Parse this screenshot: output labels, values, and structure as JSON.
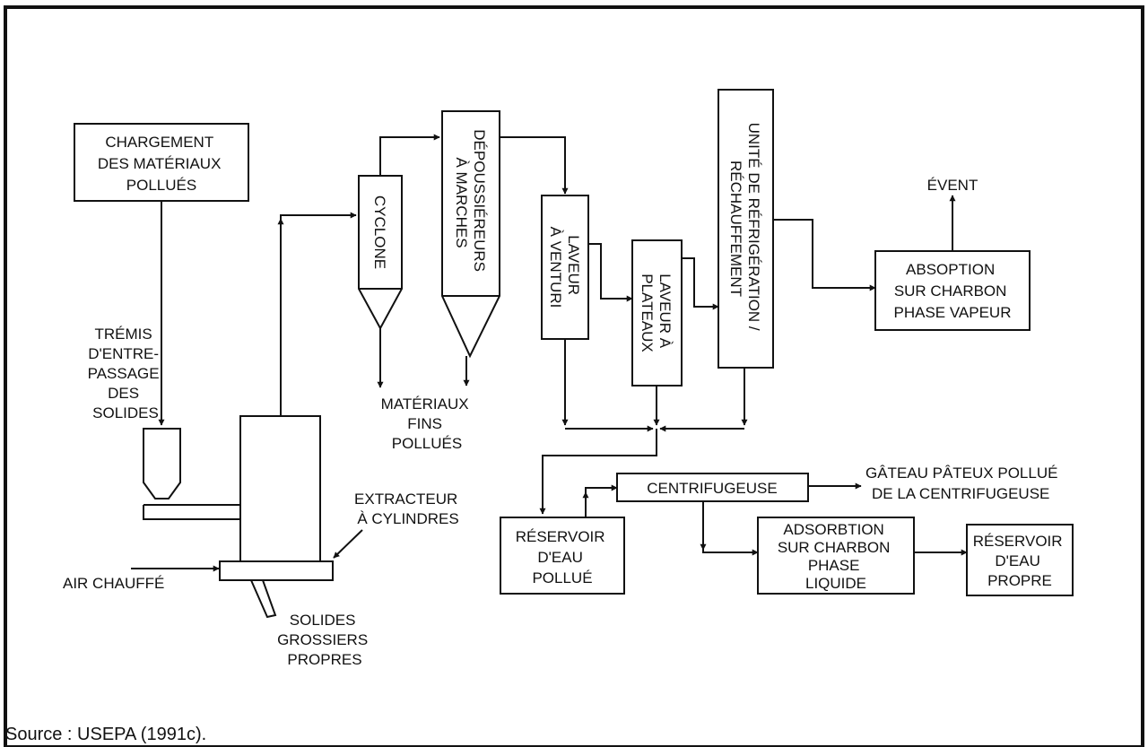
{
  "diagram": {
    "nodes": {
      "chargement": [
        "CHARGEMENT",
        "DES MATÉRIAUX",
        "POLLUÉS"
      ],
      "cyclone": [
        "CYCLONE"
      ],
      "depoussiereurs": [
        "DÉPOUSSIÉREURS",
        "À MARCHES"
      ],
      "laveur_venturi": [
        "LAVEUR",
        "À VENTURI"
      ],
      "laveur_plateaux": [
        "LAVEUR À",
        "PLATEAUX"
      ],
      "refrigeration": [
        "UNITÉ DE RÉFRIGÉRATION /",
        "RÉCHAUFFEMENT"
      ],
      "absorption_vapeur": [
        "ABSOPTION",
        "SUR CHARBON",
        "PHASE VAPEUR"
      ],
      "centrifugeuse": [
        "CENTRIFUGEUSE"
      ],
      "reservoir_pollue": [
        "RÉSERVOIR",
        "D'EAU",
        "POLLUÉ"
      ],
      "adsorption_liquide": [
        "ADSORBTION",
        "SUR CHARBON",
        "PHASE",
        "LIQUIDE"
      ],
      "reservoir_propre": [
        "RÉSERVOIR",
        "D'EAU",
        "PROPRE"
      ]
    },
    "labels": {
      "tremis": [
        "TRÉMIS",
        "D'ENTRE-",
        "PASSAGE",
        "DES",
        "SOLIDES"
      ],
      "materiaux_fins": [
        "MATÉRIAUX",
        "FINS",
        "POLLUÉS"
      ],
      "extracteur": [
        "EXTRACTEUR",
        "À CYLINDRES"
      ],
      "air_chauffe": [
        "AIR CHAUFFÉ"
      ],
      "solides_grossiers": [
        "SOLIDES",
        "GROSSIERS",
        "PROPRES"
      ],
      "event": [
        "ÉVENT"
      ],
      "gateau": [
        "GÂTEAU PÂTEUX POLLUÉ",
        "DE LA CENTRIFUGEUSE"
      ]
    },
    "colors": {
      "ink": "#111111",
      "background": "#ffffff"
    }
  },
  "source": "Source : USEPA (1991c)."
}
